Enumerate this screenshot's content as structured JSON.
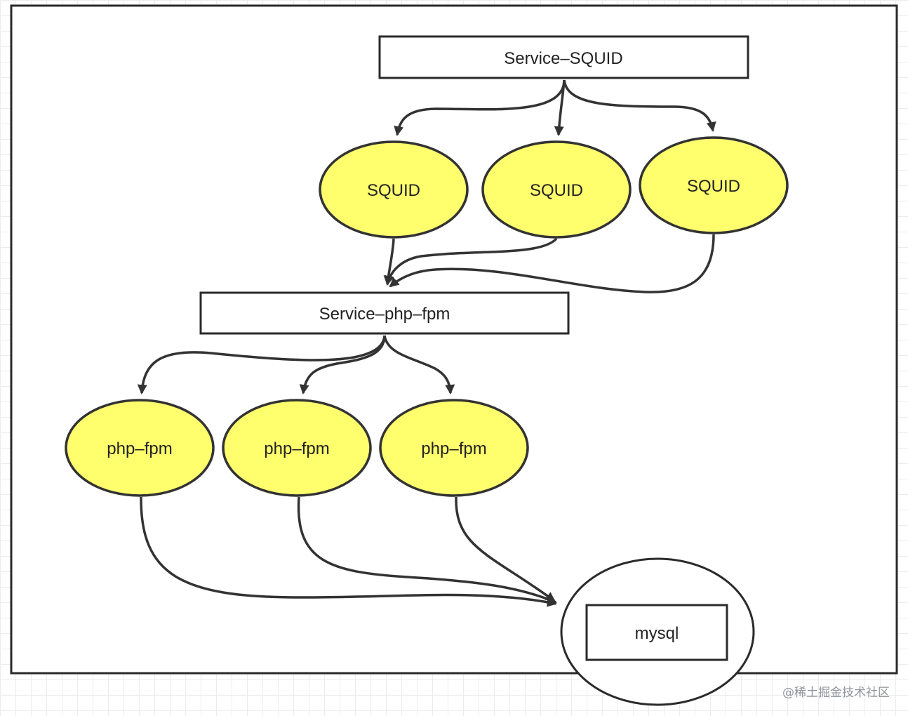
{
  "diagram": {
    "service_squid": {
      "label": "Service–SQUID"
    },
    "squid_nodes": [
      {
        "label": "SQUID"
      },
      {
        "label": "SQUID"
      },
      {
        "label": "SQUID"
      }
    ],
    "service_php_fpm": {
      "label": "Service–php–fpm"
    },
    "php_fpm_nodes": [
      {
        "label": "php–fpm"
      },
      {
        "label": "php–fpm"
      },
      {
        "label": "php–fpm"
      }
    ],
    "mysql": {
      "label": "mysql"
    },
    "colors": {
      "node_fill": "#ffff6e",
      "stroke": "#333333",
      "frame": "#2a2a2a"
    }
  },
  "watermark": {
    "text": "@稀土掘金技术社区"
  }
}
